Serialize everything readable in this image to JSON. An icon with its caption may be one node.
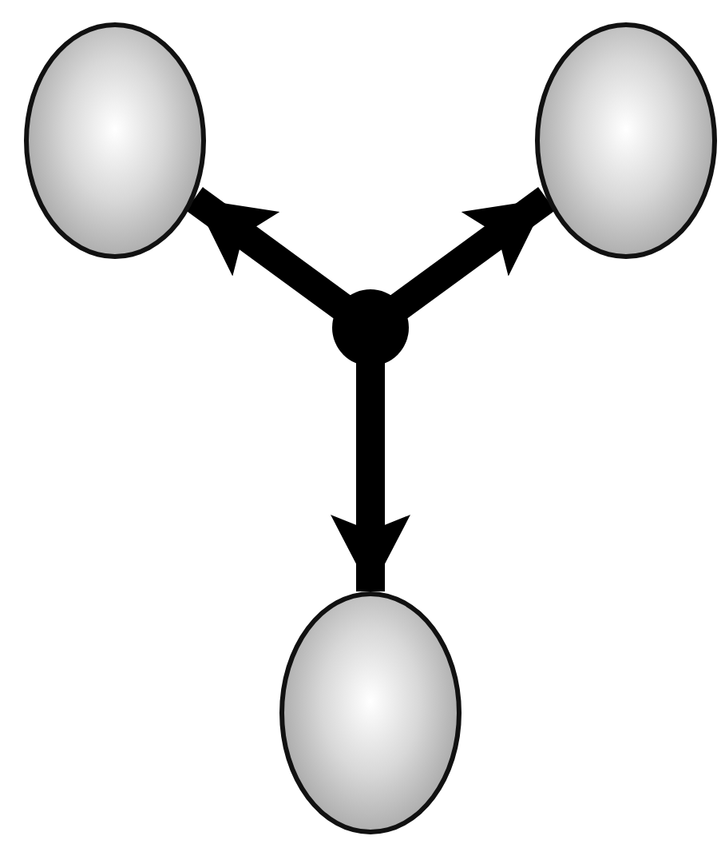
{
  "diagram": {
    "nodes": [
      {
        "text": [],
        "shape": "ellipse"
      },
      {
        "text": [],
        "shape": "ellipse"
      },
      {
        "text": [],
        "shape": "ellipse"
      }
    ],
    "edges": [
      {
        "from": null,
        "to": 0,
        "arrow": "to"
      },
      {
        "from": null,
        "to": 1,
        "arrow": "to"
      },
      {
        "from": null,
        "to": 2,
        "arrow": "to"
      }
    ]
  }
}
